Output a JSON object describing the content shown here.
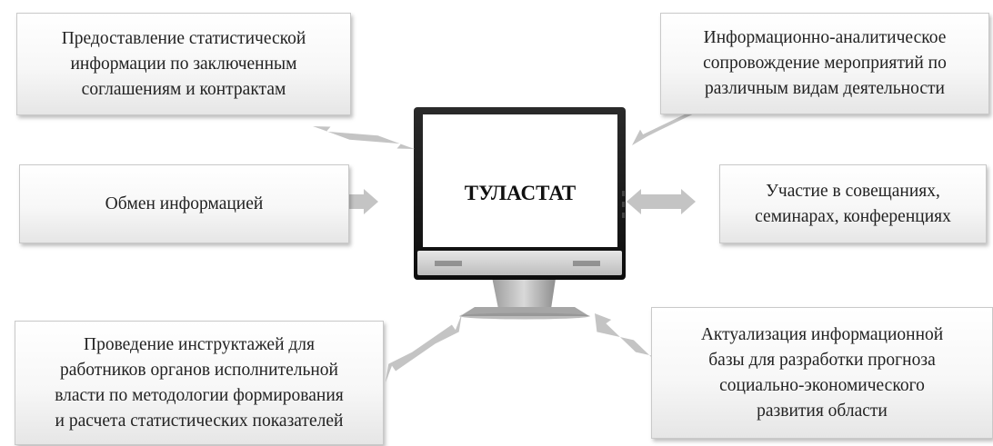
{
  "center": {
    "label": "ТУЛАСТАТ"
  },
  "boxes": {
    "top_left": "Предоставление статистической\nинформации по заключенным\nсоглашениям и контрактам",
    "mid_left": "Обмен информацией",
    "bottom_left": "Проведение инструктажей для\nработников органов исполнительной\nвласти по методологии формирования\nи расчета статистических показателей",
    "top_right": "Информационно-аналитическое\nсопровождение мероприятий по\nразличным видам деятельности",
    "mid_right": "Участие в совещаниях,\nсеминарах, конференциях",
    "bottom_right": "Актуализация информационной\nбазы для разработки прогноза\nсоциально-экономического\nразвития области"
  },
  "colors": {
    "arrow": "#c4c4c4",
    "monitor_frame": "#1a1a1a",
    "screen": "#ffffff",
    "stand": "#b8b8b8"
  }
}
